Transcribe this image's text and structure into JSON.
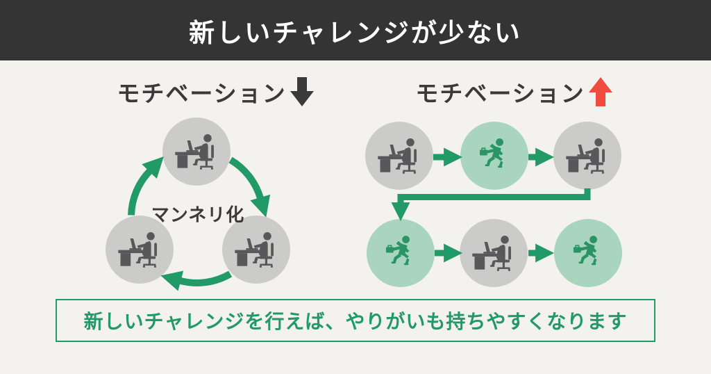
{
  "header": {
    "title": "新しいチャレンジが少ない"
  },
  "left_section": {
    "title": "モチベーション",
    "trend_direction": "down",
    "trend_icon": "down-arrow-icon",
    "center_label": "マンネリ化",
    "cycle_nodes": [
      {
        "icon": "desk-worker"
      },
      {
        "icon": "desk-worker"
      },
      {
        "icon": "desk-worker"
      }
    ]
  },
  "right_section": {
    "title": "モチベーション",
    "trend_direction": "up",
    "trend_icon": "up-arrow-icon",
    "flow_row1": [
      {
        "icon": "desk-worker"
      },
      {
        "icon": "running-person"
      },
      {
        "icon": "desk-worker"
      }
    ],
    "flow_row2": [
      {
        "icon": "running-person"
      },
      {
        "icon": "desk-worker"
      },
      {
        "icon": "running-person"
      }
    ]
  },
  "footer": {
    "message": "新しいチャレンジを行えば、やりがいも持ちやすくなります"
  },
  "colors": {
    "header_bg": "#343434",
    "background": "#f4f2ee",
    "accent_green": "#219a67",
    "light_green": "#a9d4be",
    "circle_gray": "#cbcbca",
    "icon_gray": "#58585a",
    "arrow_red": "#ef4b3e",
    "text_dark": "#3a3a3a"
  }
}
